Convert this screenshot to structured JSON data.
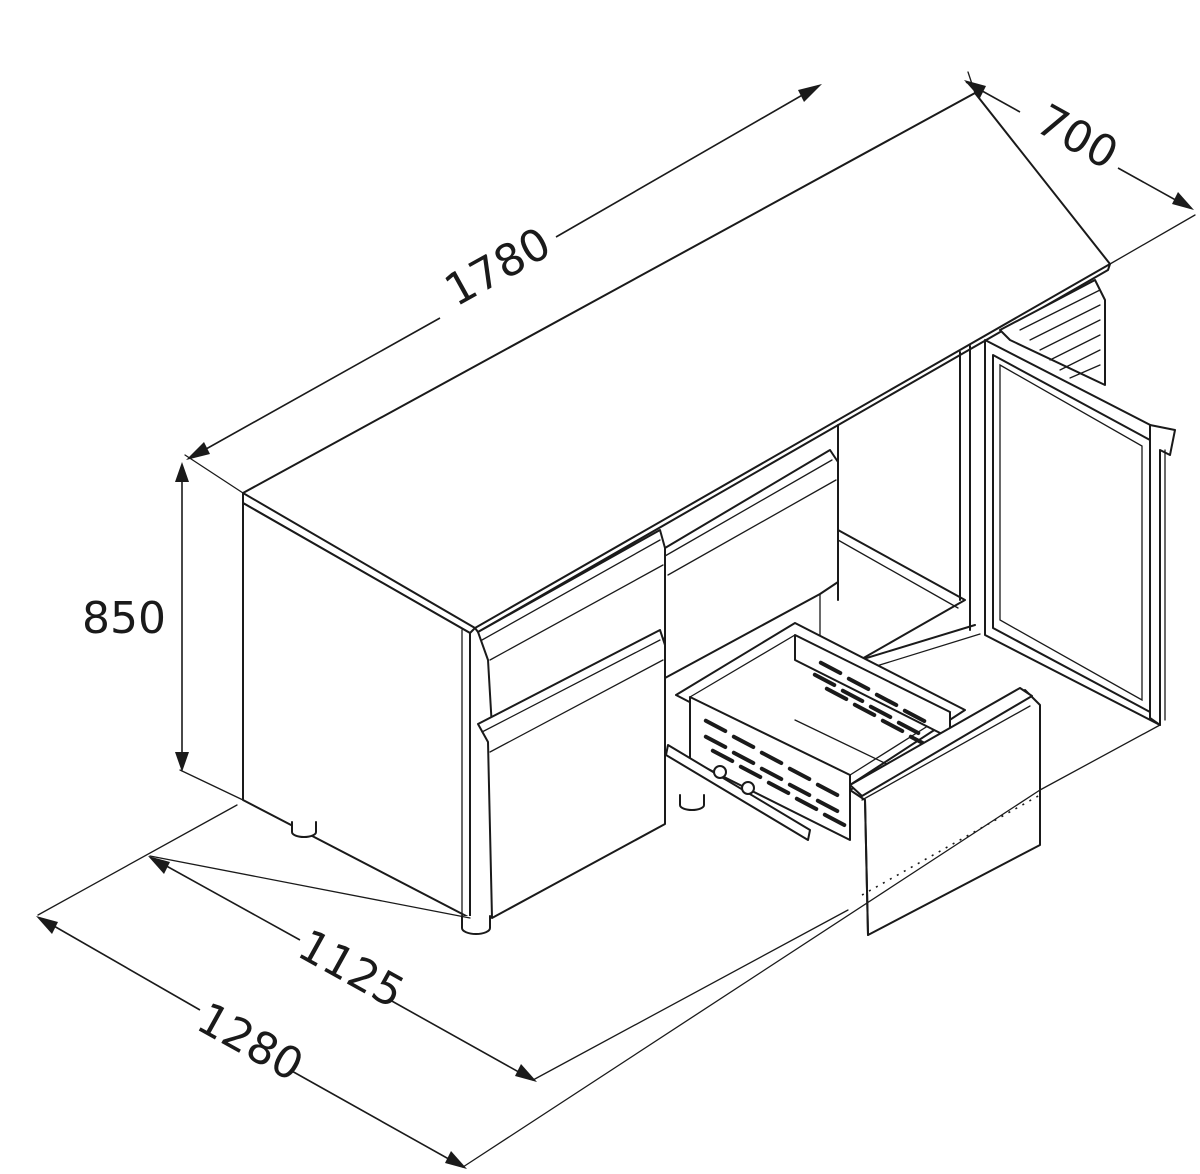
{
  "dimensions": {
    "width": "1780",
    "depth": "700",
    "height": "850",
    "depth_drawer_open": "1125",
    "depth_door_open": "1280"
  }
}
